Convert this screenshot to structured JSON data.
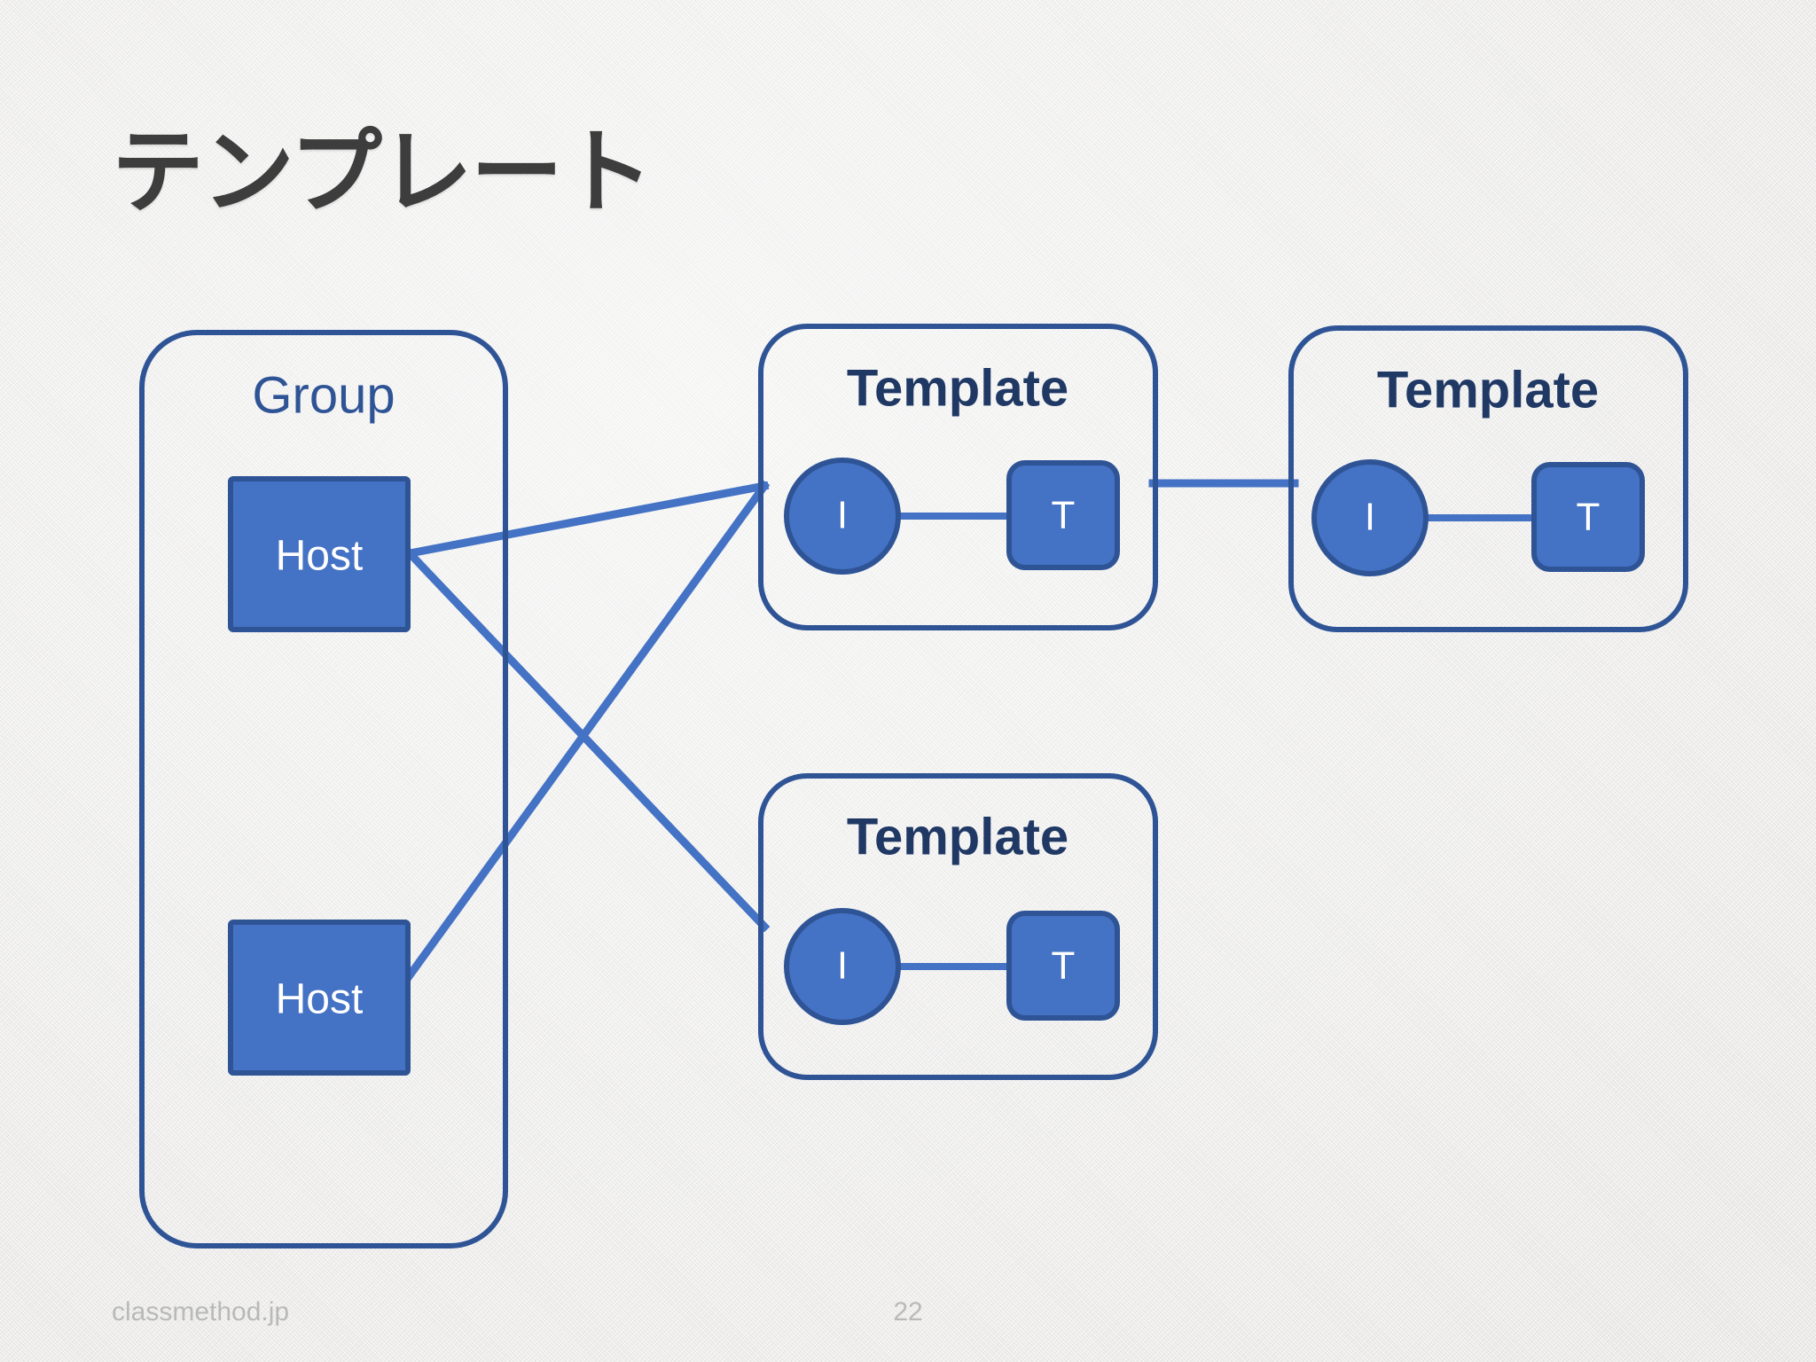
{
  "slide": {
    "title": "テンプレート",
    "title_color": "#3d3d3d",
    "background_color": "#f3f2f1"
  },
  "theme": {
    "container_border": "#2f5496",
    "node_fill": "#4472c4",
    "node_border": "#2f5496",
    "node_text": "#ffffff",
    "box_title_color": "#1f3864",
    "group_label_color": "#2f5496",
    "connector_color": "#4472c4",
    "footer_text_color": "#b9b9b9"
  },
  "diagram": {
    "group": {
      "label": "Group",
      "hosts": [
        {
          "label": "Host"
        },
        {
          "label": "Host"
        }
      ]
    },
    "templates": [
      {
        "title": "Template",
        "item_icon_label": "I",
        "trigger_label": "T"
      },
      {
        "title": "Template",
        "item_icon_label": "I",
        "trigger_label": "T"
      },
      {
        "title": "Template",
        "item_icon_label": "I",
        "trigger_label": "T"
      }
    ]
  },
  "footer": {
    "site": "classmethod.jp",
    "page_number": "22"
  }
}
